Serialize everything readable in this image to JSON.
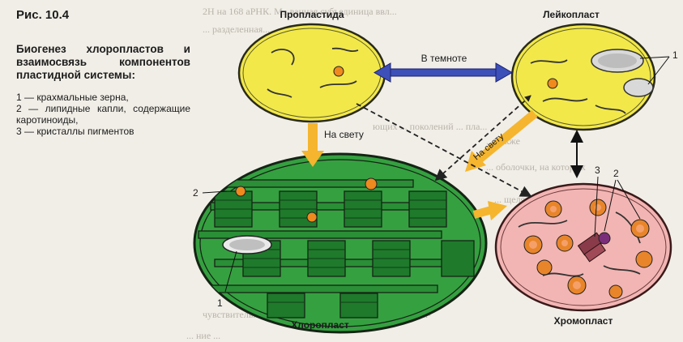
{
  "caption": {
    "figure_number": "Рис. 10.4",
    "title": "Биогенез хлоропластов и взаимосвязь компонентов пластидной системы:",
    "legend": [
      "1 — крахмальные зерна,",
      "2 — липидные капли, содержащие каротиноиды,",
      "3 — кристаллы пигментов"
    ]
  },
  "plastids": {
    "proplastid": "Пропластида",
    "leucoplast": "Лейкопласт",
    "chloroplast": "Хлоропласт",
    "chromoplast": "Хромопласт"
  },
  "arrows": {
    "in_dark": "В темноте",
    "in_light_1": "На свету",
    "in_light_2": "На свету"
  },
  "callouts": {
    "leuco_1": "1",
    "chloro_2": "2",
    "chloro_1": "1",
    "chromo_3": "3",
    "chromo_2": "2"
  },
  "colors": {
    "plastid_yellow": "#f2e84a",
    "chloroplast_green": "#35a040",
    "chromoplast_pink": "#f2b5b3",
    "orange_arrow": "#f5b52e",
    "dark_arrow": "#3d4fb8",
    "lipid_orange": "#ee8a1e"
  }
}
